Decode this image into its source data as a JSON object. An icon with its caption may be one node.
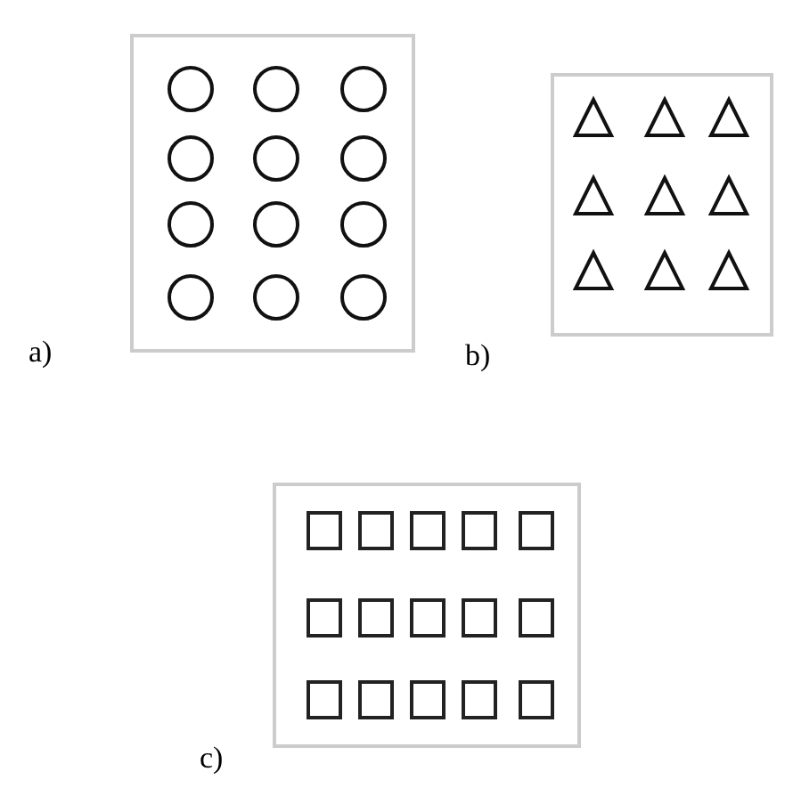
{
  "diagram": {
    "labels": [
      "a)",
      "b)",
      "c)"
    ]
  }
}
